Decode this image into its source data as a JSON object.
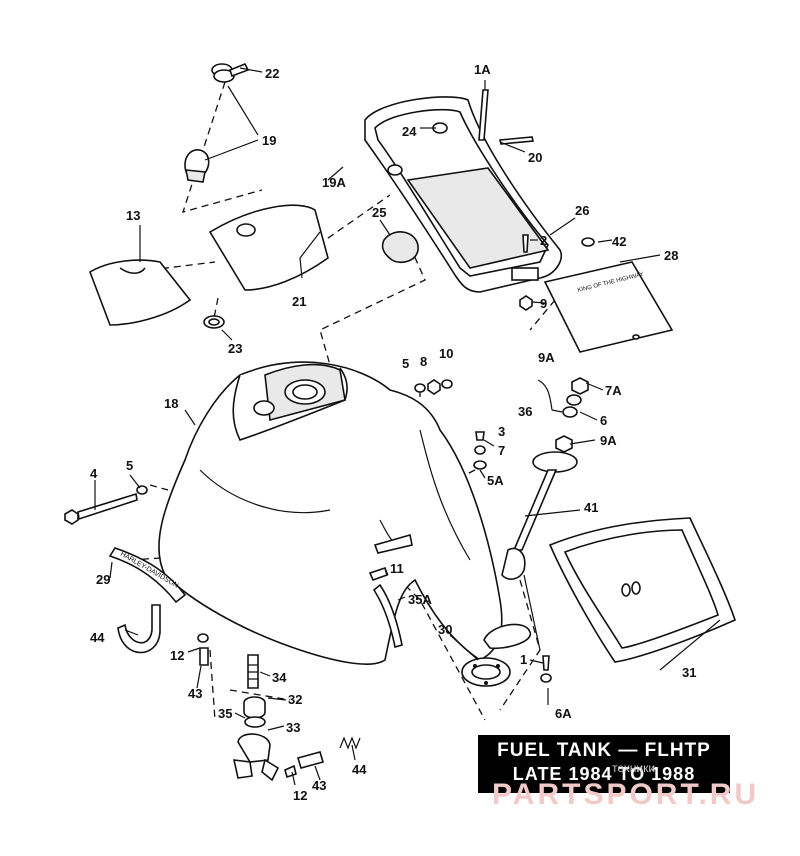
{
  "title": {
    "line1": "FUEL TANK — FLHTP",
    "line2": "LATE 1984 TO 1988"
  },
  "watermark": {
    "top": "техники",
    "main": "PARTSPORT.RU"
  },
  "emblem_text": "HARLEY-DAVIDSON",
  "plate_text": "KING OF THE HIGHWAY",
  "callouts": {
    "c22": "22",
    "c19": "19",
    "c19a": "19A",
    "c1a": "1A",
    "c24": "24",
    "c20": "20",
    "c13": "13",
    "c25": "25",
    "c26": "26",
    "c42": "42",
    "c2": "2",
    "c28": "28",
    "c21": "21",
    "c9": "9",
    "c23": "23",
    "c5a": "5",
    "c8": "8",
    "c10": "10",
    "c9a": "9A",
    "c7a": "7A",
    "c18": "18",
    "c36": "36",
    "c6": "6",
    "c9a2": "9A",
    "c3": "3",
    "c7": "7",
    "c4": "4",
    "c5b": "5",
    "c5a2": "5A",
    "c41": "41",
    "c29": "29",
    "c11": "11",
    "c35a": "35A",
    "c44a": "44",
    "c30": "30",
    "c12a": "12",
    "c1": "1",
    "c34": "34",
    "c31": "31",
    "c43a": "43",
    "c32": "32",
    "c6a": "6A",
    "c35": "35",
    "c33": "33",
    "c44b": "44",
    "c12b": "12",
    "c43b": "43"
  }
}
